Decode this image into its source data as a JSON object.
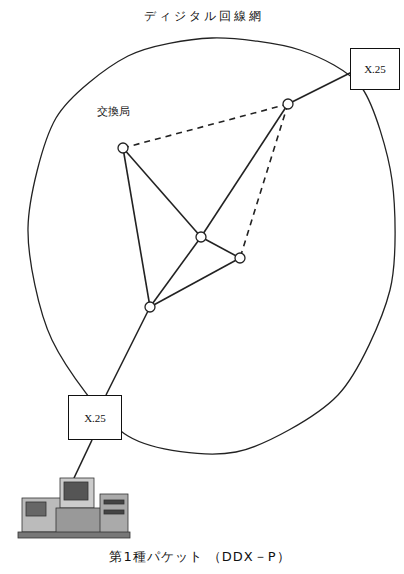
{
  "diagram": {
    "title": "ディジタル回線網",
    "caption": "第1種パケット （DDX－P）",
    "nodes": [
      {
        "text": [
          "X.25"
        ]
      },
      {
        "text": [
          "X.25"
        ]
      }
    ],
    "labels": [
      "交換局"
    ]
  }
}
